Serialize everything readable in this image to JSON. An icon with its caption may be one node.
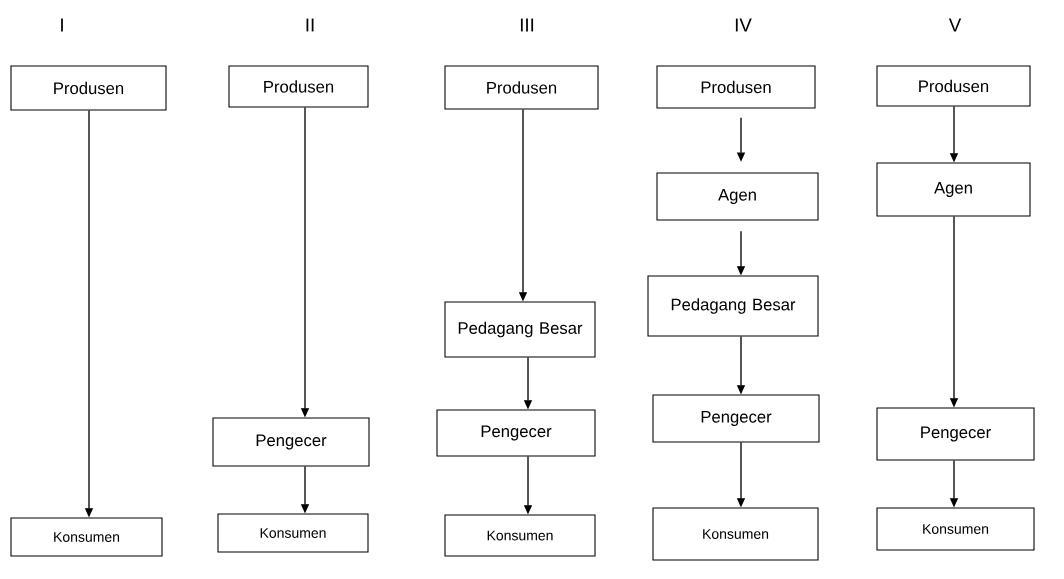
{
  "diagram": {
    "nodes": [
      {
        "text": [
          "Produsen"
        ]
      },
      {
        "text": [
          "Konsumen"
        ]
      },
      {
        "text": [
          "Produsen"
        ]
      },
      {
        "text": [
          "Pengecer"
        ]
      },
      {
        "text": [
          "Konsumen"
        ]
      },
      {
        "text": [
          "Produsen"
        ]
      },
      {
        "text": [
          "Pedagang Besar"
        ]
      },
      {
        "text": [
          "Pengecer"
        ]
      },
      {
        "text": [
          "Konsumen"
        ]
      },
      {
        "text": [
          "Produsen"
        ]
      },
      {
        "text": [
          "Agen"
        ]
      },
      {
        "text": [
          "Pedagang Besar"
        ]
      },
      {
        "text": [
          "Pengecer"
        ]
      },
      {
        "text": [
          "Konsumen"
        ]
      },
      {
        "text": [
          "Produsen"
        ]
      },
      {
        "text": [
          "Agen"
        ]
      },
      {
        "text": [
          "Pengecer"
        ]
      },
      {
        "text": [
          "Konsumen"
        ]
      }
    ],
    "edges": [
      {
        "from": 0,
        "to": 1,
        "arrow": "to"
      },
      {
        "from": 2,
        "to": 3,
        "arrow": "to"
      },
      {
        "from": 3,
        "to": 4,
        "arrow": "to"
      },
      {
        "from": 5,
        "to": 6,
        "arrow": "to"
      },
      {
        "from": 6,
        "to": 7,
        "arrow": "to"
      },
      {
        "from": 7,
        "to": 8,
        "arrow": "to"
      },
      {
        "from": 9,
        "to": 10,
        "arrow": "to"
      },
      {
        "from": 10,
        "to": 11,
        "arrow": "to"
      },
      {
        "from": 11,
        "to": 12,
        "arrow": "to"
      },
      {
        "from": 12,
        "to": 13,
        "arrow": "to"
      },
      {
        "from": 14,
        "to": 15,
        "arrow": "to"
      },
      {
        "from": 15,
        "to": 16,
        "arrow": "to"
      },
      {
        "from": 16,
        "to": 17,
        "arrow": "to"
      }
    ],
    "labels": [
      "I",
      "II",
      "III",
      "IV",
      "V"
    ]
  }
}
